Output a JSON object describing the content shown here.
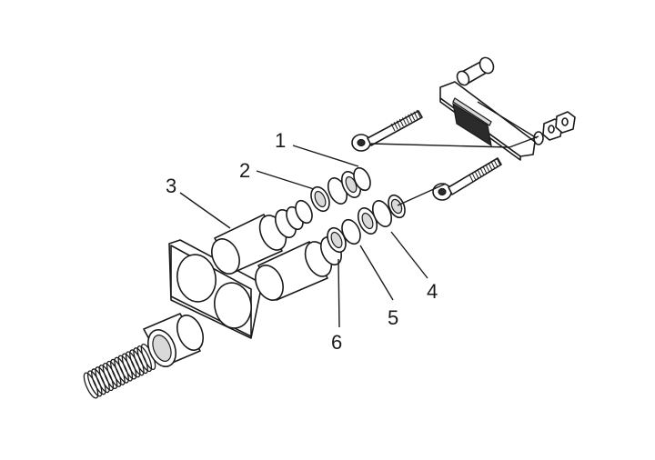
{
  "diagram": {
    "callouts": [
      {
        "id": "1",
        "label": "1"
      },
      {
        "id": "2",
        "label": "2"
      },
      {
        "id": "3",
        "label": "3"
      },
      {
        "id": "4",
        "label": "4"
      },
      {
        "id": "5",
        "label": "5"
      },
      {
        "id": "6",
        "label": "6"
      }
    ],
    "colors": {
      "line": "#1a1a1a",
      "background": "#ffffff",
      "shade": "#d9d9d9"
    }
  }
}
